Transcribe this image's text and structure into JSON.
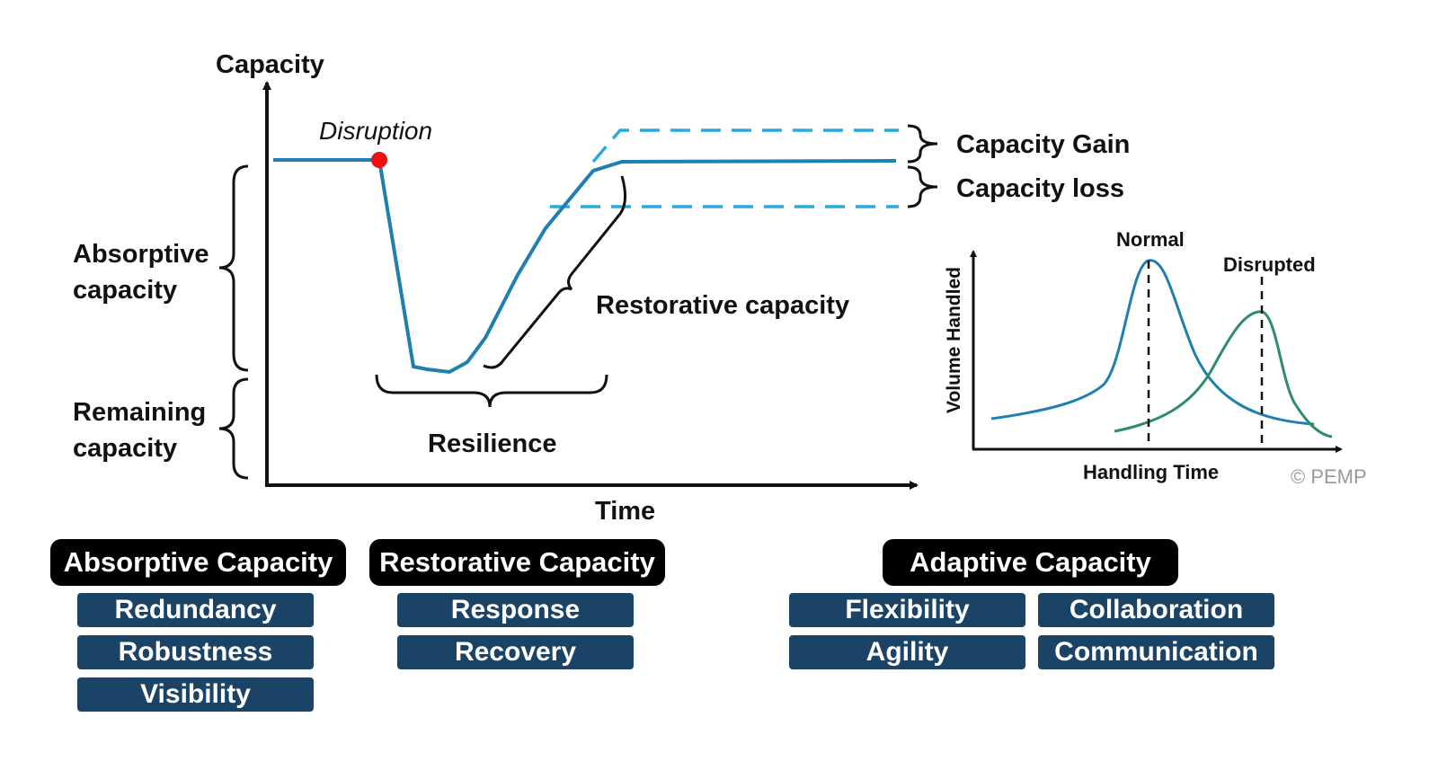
{
  "main_chart": {
    "y_label": "Capacity",
    "x_label": "Time",
    "disruption_label": "Disruption",
    "capacity_gain_label": "Capacity Gain",
    "capacity_loss_label": "Capacity loss",
    "restorative_label": "Restorative capacity",
    "resilience_label": "Resilience",
    "absorptive_label_1": "Absorptive",
    "absorptive_label_2": "capacity",
    "remaining_label_1": "Remaining",
    "remaining_label_2": "capacity",
    "line_color": "#1f7fb0",
    "dashed_color": "#29a9dc",
    "disruption_color": "#ee1111"
  },
  "inset_chart": {
    "y_label": "Volume Handled",
    "x_label": "Handling Time",
    "normal_label": "Normal",
    "disrupted_label": "Disrupted",
    "normal_color": "#1f7fb0",
    "disrupted_color": "#2e8c6a"
  },
  "copyright": "© PEMP",
  "groups": {
    "absorptive": {
      "title": "Absorptive Capacity",
      "items": [
        "Redundancy",
        "Robustness",
        "Visibility"
      ]
    },
    "restorative": {
      "title": "Restorative Capacity",
      "items": [
        "Response",
        "Recovery"
      ]
    },
    "adaptive": {
      "title": "Adaptive Capacity",
      "items": [
        "Flexibility",
        "Collaboration",
        "Agility",
        "Communication"
      ]
    }
  }
}
